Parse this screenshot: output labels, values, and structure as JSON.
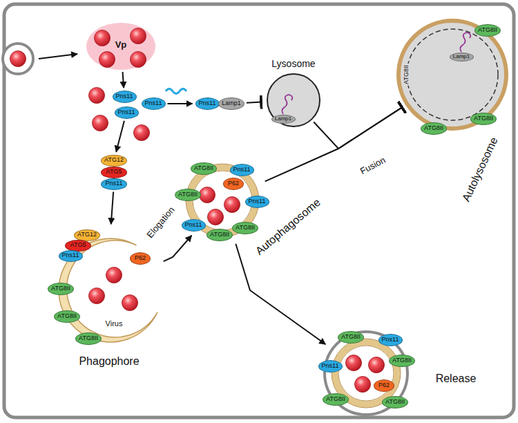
{
  "diagram": {
    "nodes": [
      {
        "text": [
          "Vp"
        ]
      },
      {
        "text": [
          "Pns11"
        ]
      },
      {
        "text": [
          "Pns11"
        ]
      },
      {
        "text": [
          "Pns11"
        ]
      },
      {
        "text": [
          "Pns11"
        ]
      },
      {
        "text": [
          "Lamp1"
        ]
      },
      {
        "text": [
          "Lysosome"
        ]
      },
      {
        "text": [
          "Lamp1"
        ],
        "in": 6
      },
      {
        "text": [
          "Autolysosome"
        ]
      },
      {
        "text": [
          "ATG8II"
        ],
        "in": 8
      },
      {
        "text": [
          "ATG8II"
        ],
        "in": 8
      },
      {
        "text": [
          "ATG8II"
        ],
        "in": 8
      },
      {
        "text": [
          "Lamp1"
        ],
        "in": 8
      },
      {
        "text": [
          "ATG12"
        ]
      },
      {
        "text": [
          "ATG5"
        ]
      },
      {
        "text": [
          "Pns11"
        ]
      },
      {
        "text": [
          "Phagophore"
        ]
      },
      {
        "text": [
          "ATG12"
        ],
        "in": 16
      },
      {
        "text": [
          "ATG5"
        ],
        "in": 16
      },
      {
        "text": [
          "Pns11"
        ],
        "in": 16
      },
      {
        "text": [
          "ATG8II"
        ],
        "in": 16
      },
      {
        "text": [
          "ATG8II"
        ],
        "in": 16
      },
      {
        "text": [
          "ATG8II"
        ],
        "in": 16
      },
      {
        "text": [
          "P62"
        ],
        "in": 16
      },
      {
        "text": [
          "Autophagosome"
        ]
      },
      {
        "text": [
          "Pns11"
        ],
        "in": 24
      },
      {
        "text": [
          "Pns11"
        ],
        "in": 24
      },
      {
        "text": [
          "Pns11"
        ],
        "in": 24
      },
      {
        "text": [
          "ATG8II"
        ],
        "in": 24
      },
      {
        "text": [
          "ATG8II"
        ],
        "in": 24
      },
      {
        "text": [
          "ATG8II"
        ],
        "in": 24
      },
      {
        "text": [
          "ATG8II"
        ],
        "in": 24
      },
      {
        "text": [
          "P62"
        ],
        "in": 24
      },
      {
        "text": [
          "Release"
        ]
      },
      {
        "text": [
          "Pns11"
        ],
        "in": 33
      },
      {
        "text": [
          "Pns11"
        ],
        "in": 33
      },
      {
        "text": [
          "ATG8II"
        ],
        "in": 33
      },
      {
        "text": [
          "ATG8II"
        ],
        "in": 33
      },
      {
        "text": [
          "ATG8II"
        ],
        "in": 33
      },
      {
        "text": [
          "ATG8II"
        ],
        "in": 33
      },
      {
        "text": [
          "P62"
        ],
        "in": 33
      }
    ],
    "edges": [
      {
        "from": 0,
        "to": 1,
        "arrow": "to"
      },
      {
        "from": 3,
        "to": 4,
        "arrow": "to"
      },
      {
        "from": 5,
        "to": 6,
        "arrow": "to"
      },
      {
        "from": 2,
        "to": 13,
        "arrow": "to"
      },
      {
        "from": 15,
        "to": 16,
        "arrow": "to"
      },
      {
        "from": 16,
        "to": 24,
        "label": "Elogation",
        "arrow": "to"
      },
      {
        "from": 6,
        "to": 8,
        "arrow": "to"
      },
      {
        "from": 24,
        "to": 8,
        "label": "Fusion",
        "arrow": "to"
      },
      {
        "from": 24,
        "to": 33,
        "arrow": "to"
      }
    ],
    "labels": [
      "Virus",
      "ATG8II"
    ]
  }
}
